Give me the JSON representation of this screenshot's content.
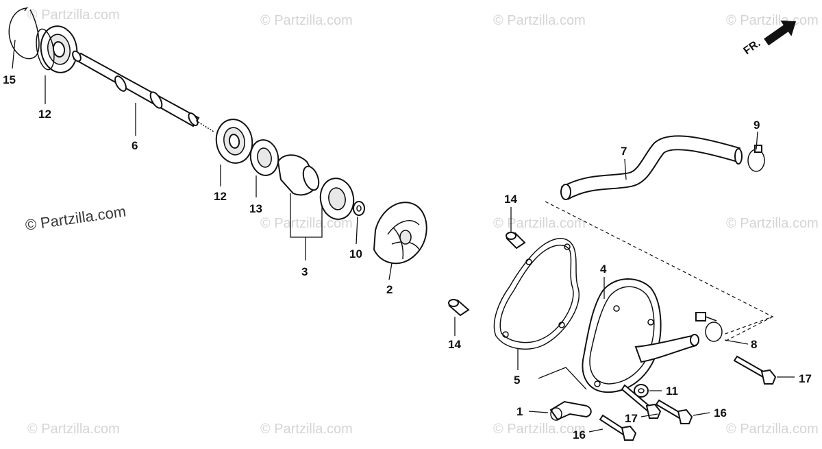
{
  "watermark": {
    "short": "© Partzilla.com",
    "main": "© Partzilla.com"
  },
  "direction_label": "FR.",
  "callouts": {
    "c1": "1",
    "c2": "2",
    "c3": "3",
    "c4": "4",
    "c5": "5",
    "c6": "6",
    "c7": "7",
    "c8": "8",
    "c9": "9",
    "c10": "10",
    "c11": "11",
    "c12a": "12",
    "c12b": "12",
    "c13": "13",
    "c14a": "14",
    "c14b": "14",
    "c15": "15",
    "c16a": "16",
    "c16b": "16",
    "c17a": "17",
    "c17b": "17"
  }
}
